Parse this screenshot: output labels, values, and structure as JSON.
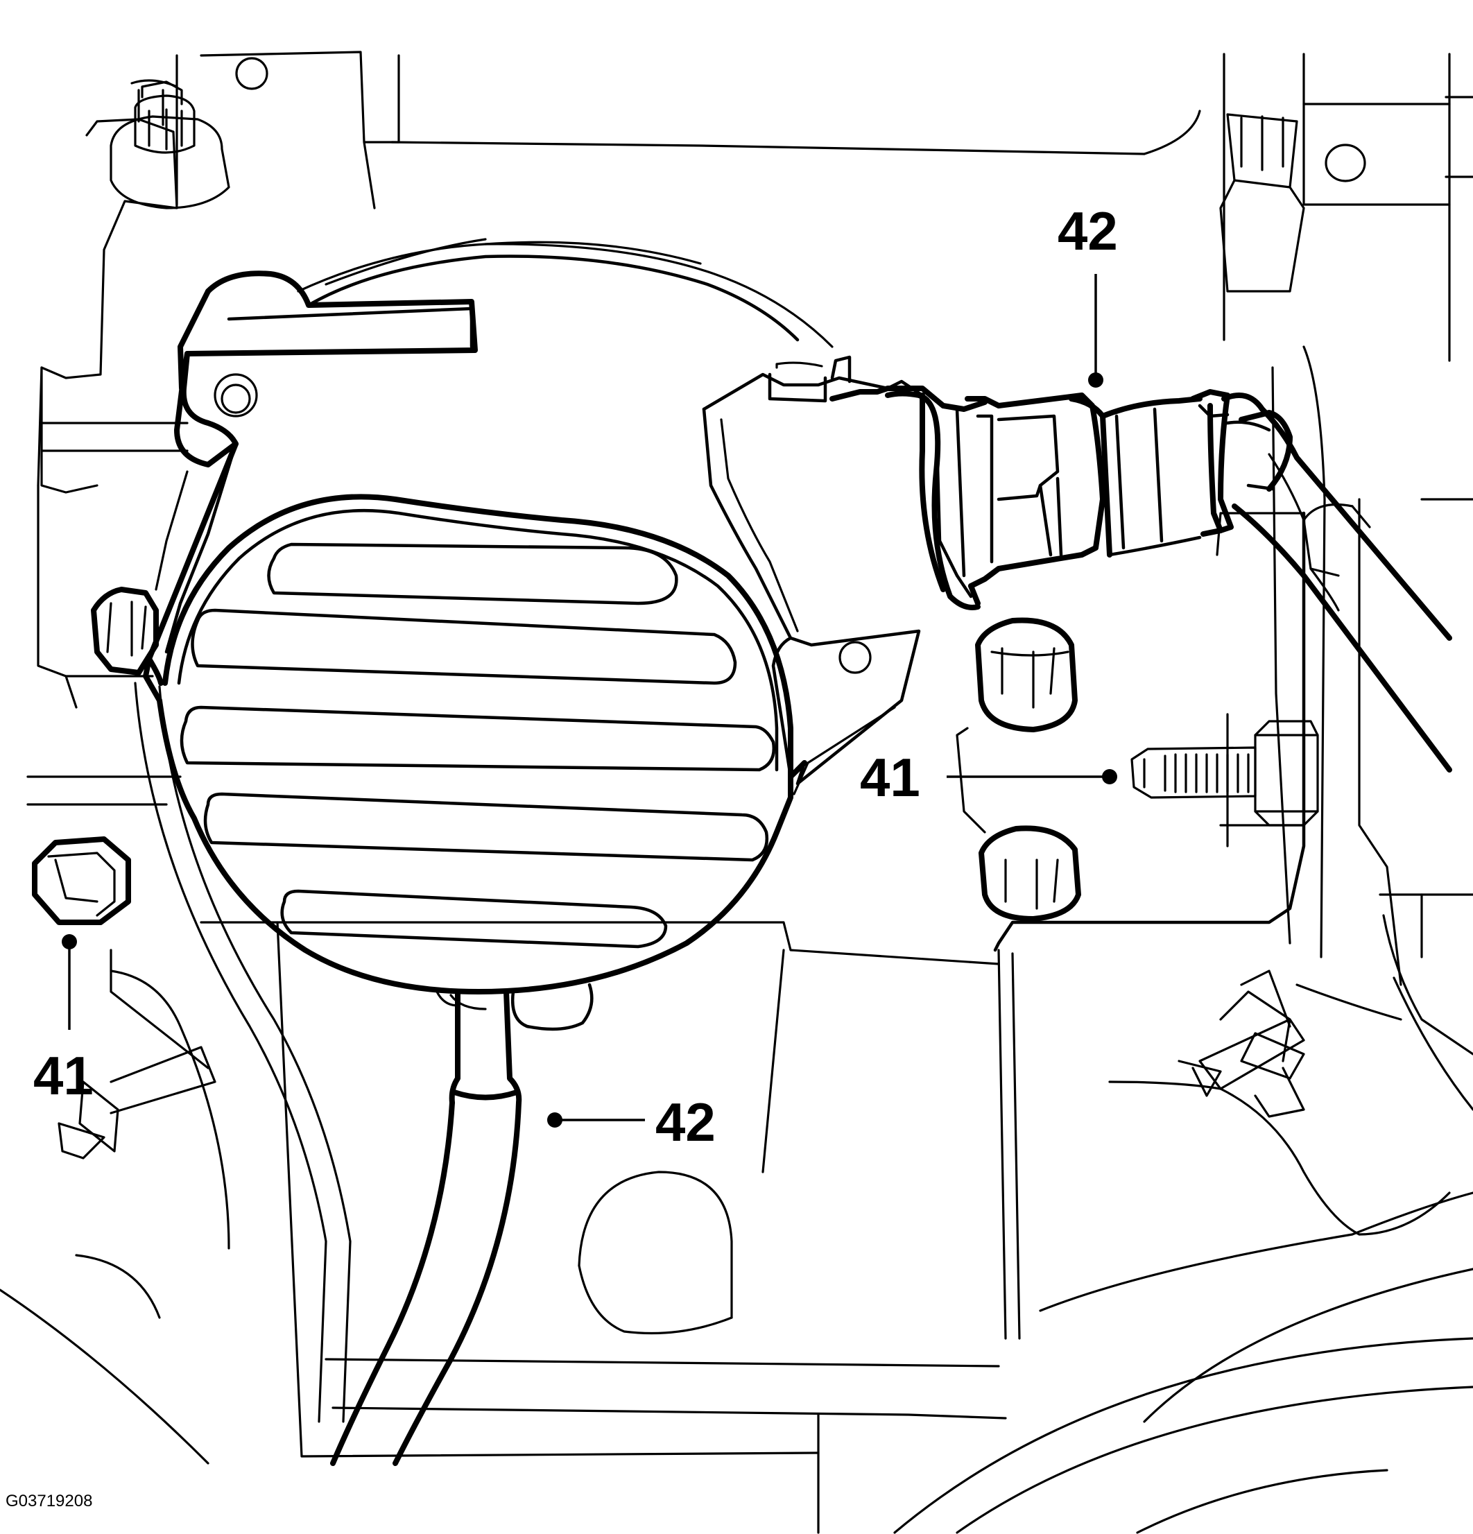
{
  "callouts": {
    "c42_top": "42",
    "c41_right": "41",
    "c41_left": "41",
    "c42_bottom": "42"
  },
  "figure_code": "G03719208"
}
